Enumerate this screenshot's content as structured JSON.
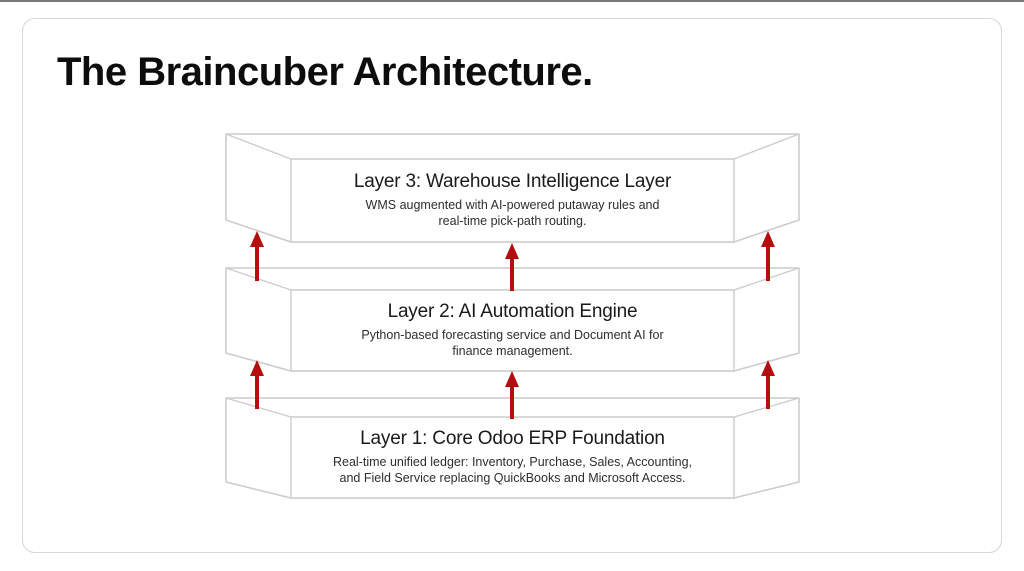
{
  "page": {
    "title": "The Braincuber Architecture."
  },
  "colors": {
    "arrow": "#b30f0f",
    "slab_line": "#cccccc",
    "card_border": "#d6d6d6",
    "title_text": "#0d0d0d",
    "layer_title_text": "#1a1a1a",
    "layer_subtitle_text": "#2e2e2e"
  },
  "layers": [
    {
      "id": "layer-3",
      "title": "Layer 3: Warehouse Intelligence Layer",
      "subtitle_lines": [
        "WMS augmented with AI-powered putaway rules and",
        "real-time pick-path routing."
      ]
    },
    {
      "id": "layer-2",
      "title": "Layer 2: AI Automation Engine",
      "subtitle_lines": [
        "Python-based forecasting service and Document AI for",
        "finance management."
      ]
    },
    {
      "id": "layer-1",
      "title": "Layer 1: Core Odoo ERP Foundation",
      "subtitle_lines": [
        "Real-time unified ledger: Inventory, Purchase, Sales, Accounting,",
        "and Field Service replacing QuickBooks and Microsoft Access."
      ]
    }
  ]
}
